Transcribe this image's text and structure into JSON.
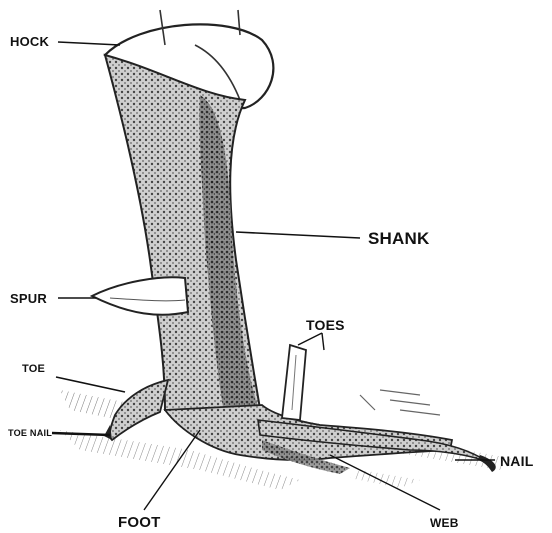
{
  "diagram": {
    "labels": {
      "hock": "HOCK",
      "shank": "SHANK",
      "spur": "SPUR",
      "toes": "TOES",
      "toe": "TOE",
      "toe_nail": "TOE NAIL",
      "nail": "NAIL",
      "foot": "FOOT",
      "web": "WEB"
    },
    "ink_color": "#111111",
    "paper_color": "#ffffff"
  }
}
